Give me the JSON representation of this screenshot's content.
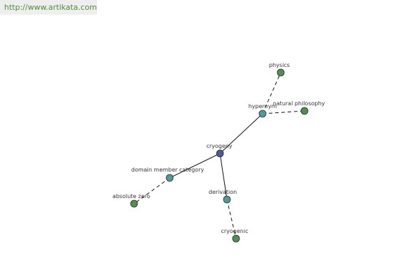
{
  "source_link": "http://www.artikata.com",
  "colors": {
    "root_node": "#4a5a9a",
    "relation_node": "#4f9a9a",
    "leaf_node": "#4f8f4f",
    "node_stroke": "#2a2a2a",
    "edge": "#111111",
    "link_text": "#4a8f3a"
  },
  "graph": {
    "root": "cryogeny",
    "relations": [
      {
        "label": "hypernym",
        "targets": [
          "physics",
          "natural philosophy"
        ]
      },
      {
        "label": "domain member category",
        "targets": [
          "absolute zero"
        ]
      },
      {
        "label": "derivation",
        "targets": [
          "cryogenic"
        ]
      }
    ]
  }
}
